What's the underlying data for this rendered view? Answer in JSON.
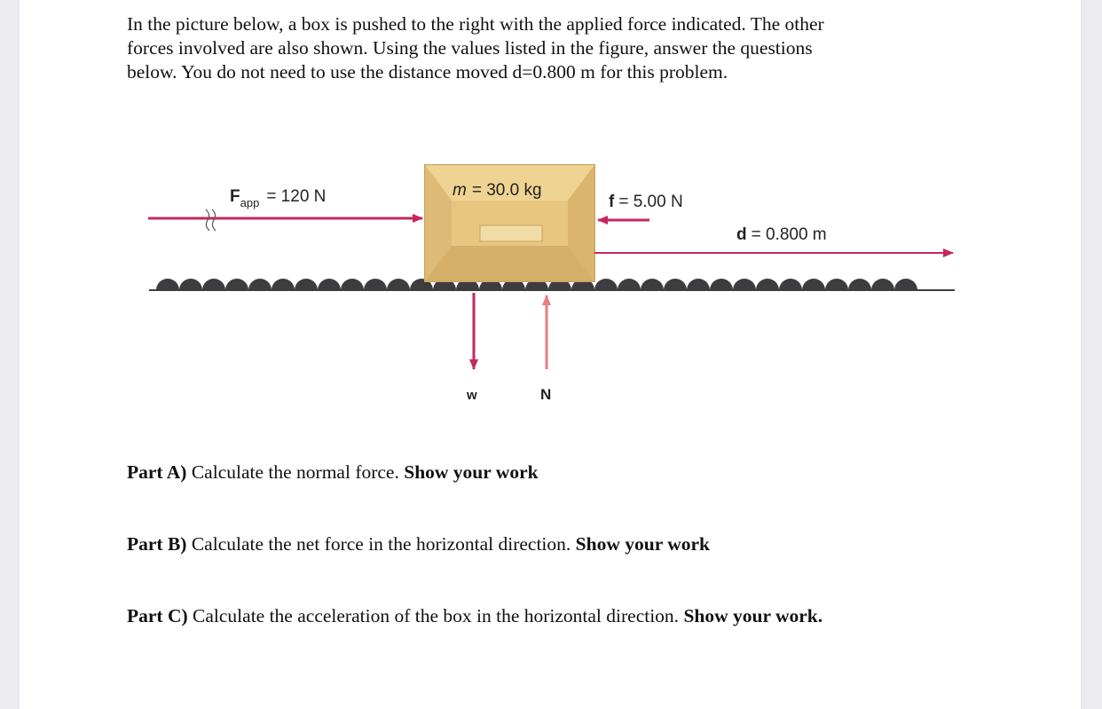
{
  "intro": {
    "lines": [
      "In the picture below, a box is pushed to the right with the applied force indicated.  The other",
      "forces involved are also shown.   Using the values listed in the figure, answer the questions",
      "below.  You do not need to use the distance moved d=0.800 m for this problem."
    ]
  },
  "figure": {
    "applied_force": {
      "symbol": "F",
      "subscript": "app",
      "value": "= 120 N"
    },
    "mass": {
      "symbol": "m",
      "value": "= 30.0 kg"
    },
    "friction": {
      "symbol": "f",
      "value": "= 5.00 N"
    },
    "distance": {
      "symbol": "d",
      "value": "= 0.800 m"
    },
    "weight_label": "w",
    "normal_label": "N",
    "colors": {
      "arrow": "#c6285a",
      "box_fill": "#e8c680",
      "box_edge": "#c9a55c",
      "rollers": "#3d3d40",
      "normal_arrow": "#e87c80"
    }
  },
  "parts": [
    {
      "label": "Part A)",
      "text": " Calculate the normal force. ",
      "emphasis": "Show your work"
    },
    {
      "label": "Part B)",
      "text": " Calculate the net force in the horizontal direction.  ",
      "emphasis": "Show your work"
    },
    {
      "label": "Part C)",
      "text": " Calculate the acceleration of the box in the horizontal direction.  ",
      "emphasis": "Show your work."
    }
  ]
}
